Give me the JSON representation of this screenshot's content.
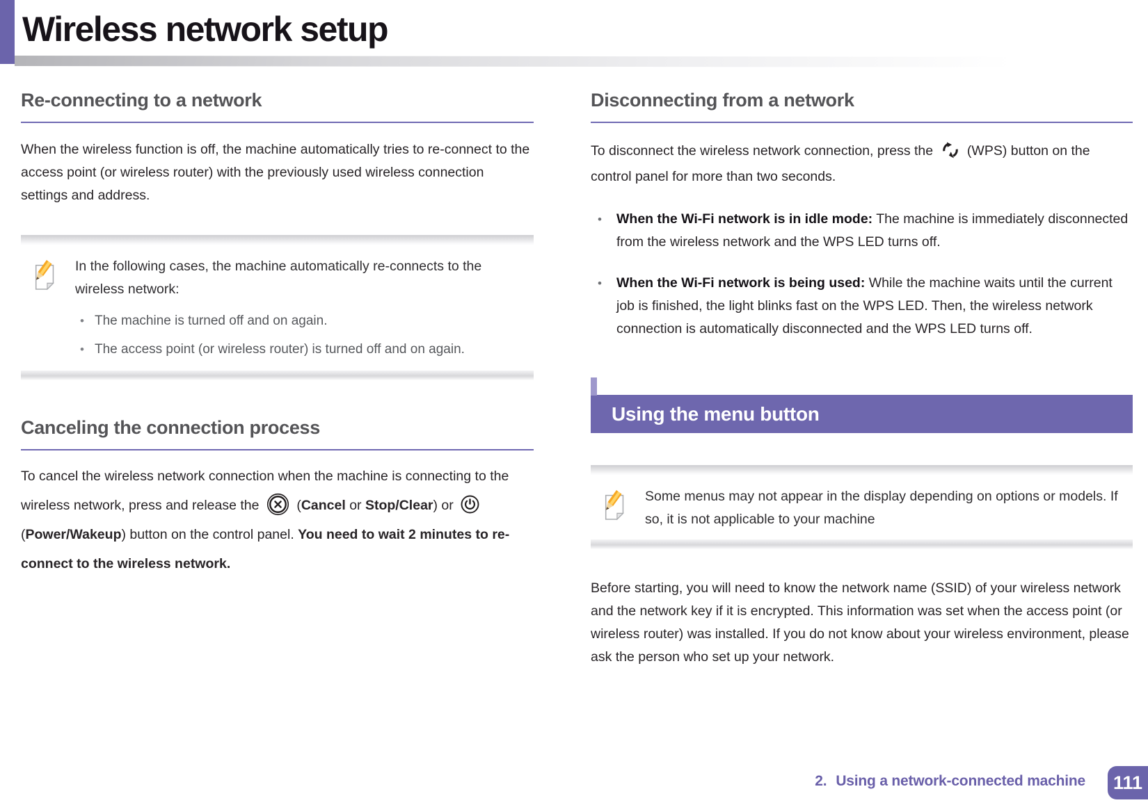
{
  "page": {
    "title": "Wireless network setup",
    "accent_color": "#6b64ab",
    "heading_color": "#545457"
  },
  "icons": {
    "note": "note-pencil-icon",
    "cancel": "cancel-icon",
    "power": "power-icon",
    "wps": "wps-icon"
  },
  "left": {
    "reconnect": {
      "heading": "Re-connecting to a network",
      "body": "When the wireless function is off, the machine automatically tries to re-connect to the access point (or wireless router) with the previously used wireless connection settings and address."
    },
    "note": {
      "intro": "In the following cases, the machine automatically re-connects to the wireless network:",
      "bullet1": "The machine is turned off and on again.",
      "bullet2": "The access point (or wireless router) is turned off and on again."
    },
    "cancel": {
      "heading": "Canceling the connection process",
      "t1": "To cancel the wireless network connection when the machine is connecting to the wireless network, press and release the ",
      "t2": " (",
      "b1": "Cancel",
      "t3": " or ",
      "b2": "Stop/Clear",
      "t4": ") or ",
      "t5": " (",
      "b3": "Power/Wakeup",
      "t6": ") button on the control panel. ",
      "b4": "You need to wait 2 minutes to re-connect to the wireless network."
    }
  },
  "right": {
    "disconnect": {
      "heading": "Disconnecting from a network",
      "t1": "To disconnect the wireless network connection, press the ",
      "t2": " (WPS) button on the control panel for more than two seconds.",
      "bullet1_bold": "When the Wi-Fi network is in idle mode:",
      "bullet1_rest": " The machine is immediately disconnected from the wireless network and the WPS LED turns off.",
      "bullet2_bold": "When the Wi-Fi network is being used:",
      "bullet2_rest": " While the machine waits until the current job is finished, the light blinks fast on the WPS LED. Then, the wireless network connection is automatically disconnected and the WPS LED turns off."
    },
    "menu_banner": "Using the menu button",
    "note": {
      "text": "Some menus may not appear in the display depending on options or models. If so, it is not applicable to your machine"
    },
    "before": "Before starting, you will need to know the network name (SSID) of your wireless network and the network key if it is encrypted. This information was set when the access point (or wireless router) was installed. If you do not know about your wireless environment, please ask the person who set up your network."
  },
  "footer": {
    "chapter_number": "2.",
    "chapter_title": "Using a network-connected machine",
    "page_number": "111"
  }
}
